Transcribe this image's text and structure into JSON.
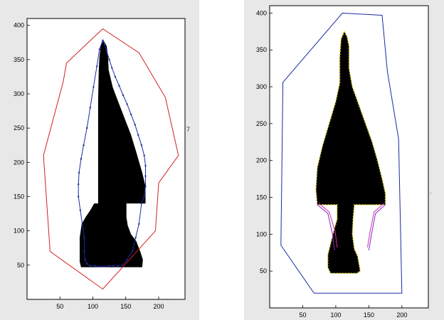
{
  "chart_data": [
    {
      "type": "scatter",
      "xlim": [
        0,
        240
      ],
      "ylim": [
        0,
        410
      ],
      "x_ticks": [
        50,
        100,
        150,
        200
      ],
      "y_ticks": [
        50,
        100,
        150,
        200,
        250,
        300,
        350,
        400
      ],
      "x_tick_labels": [
        "50",
        "100",
        "150",
        "200"
      ],
      "y_tick_labels": [
        "50",
        "100",
        "150",
        "200",
        "250",
        "300",
        "350",
        "400"
      ],
      "grid": false,
      "series": [
        {
          "kind": "filled-shape",
          "color": "#000000",
          "x": [
            116,
            121,
            123,
            124,
            130,
            138,
            148,
            158,
            166,
            175,
            180,
            180,
            151,
            151,
            153,
            158,
            166,
            172,
            176,
            175,
            110,
            82,
            80,
            80,
            80,
            83,
            89,
            96,
            102,
            108,
            108,
            109,
            110,
            112
          ],
          "y": [
            378,
            370,
            355,
            335,
            310,
            290,
            265,
            240,
            215,
            185,
            165,
            140,
            140,
            120,
            108,
            95,
            85,
            70,
            58,
            47,
            47,
            47,
            55,
            70,
            90,
            110,
            120,
            130,
            140,
            140,
            290,
            335,
            355,
            370
          ]
        },
        {
          "kind": "line-with-markers",
          "color": "#1a2aa0",
          "marker_color": "#1a2aa0",
          "closed": true,
          "x": [
            115,
            118,
            121,
            125,
            129,
            134,
            140,
            146,
            152,
            158,
            164,
            169,
            174,
            178,
            180,
            180,
            180,
            178,
            174,
            170,
            165,
            160,
            152,
            145,
            138,
            131,
            124,
            117,
            110,
            103,
            96,
            91,
            88,
            87,
            87,
            84,
            81,
            78,
            78,
            79,
            82,
            86,
            91,
            96,
            101,
            106,
            110
          ],
          "y": [
            378,
            372,
            362,
            350,
            338,
            325,
            312,
            298,
            285,
            270,
            255,
            240,
            225,
            210,
            195,
            180,
            165,
            150,
            140,
            110,
            90,
            70,
            58,
            50,
            49,
            49,
            49,
            48,
            48,
            49,
            49,
            52,
            58,
            70,
            90,
            110,
            130,
            150,
            168,
            185,
            205,
            225,
            250,
            280,
            310,
            340,
            365
          ]
        },
        {
          "kind": "line",
          "color": "#d02020",
          "closed": true,
          "x": [
            115,
            170,
            210,
            230,
            200,
            195,
            115,
            35,
            25,
            55,
            60
          ],
          "y": [
            395,
            360,
            295,
            210,
            170,
            100,
            15,
            70,
            210,
            318,
            345
          ]
        }
      ]
    },
    {
      "type": "scatter",
      "xlim": [
        0,
        240
      ],
      "ylim": [
        0,
        410
      ],
      "x_ticks": [
        50,
        100,
        150,
        200
      ],
      "y_ticks": [
        50,
        100,
        150,
        200,
        250,
        300,
        350,
        400
      ],
      "x_tick_labels": [
        "50",
        "100",
        "150",
        "200"
      ],
      "y_tick_labels": [
        "50",
        "100",
        "150",
        "200",
        "250",
        "300",
        "350",
        "400"
      ],
      "grid": false,
      "series": [
        {
          "kind": "filled-shape",
          "color": "#000000",
          "dotted_outline": "#e8d800",
          "x": [
            113,
            117,
            120,
            120,
            125,
            135,
            145,
            155,
            163,
            170,
            175,
            175,
            128,
            126,
            125,
            128,
            133,
            137,
            132,
            92,
            88,
            88,
            93,
            98,
            102,
            102,
            72,
            70,
            72,
            80,
            90,
            100,
            106,
            106,
            108
          ],
          "y": [
            375,
            368,
            355,
            325,
            300,
            275,
            250,
            225,
            200,
            175,
            155,
            140,
            140,
            120,
            100,
            80,
            70,
            50,
            47,
            47,
            55,
            72,
            90,
            108,
            120,
            140,
            140,
            160,
            190,
            220,
            250,
            280,
            305,
            340,
            365
          ]
        },
        {
          "kind": "line",
          "color": "#8822cc",
          "closed": false,
          "x": [
            72,
            88,
            95,
            98
          ],
          "y": [
            140,
            128,
            100,
            78
          ]
        },
        {
          "kind": "line",
          "color": "#cc33aa",
          "closed": false,
          "x": [
            74,
            90,
            99,
            102
          ],
          "y": [
            142,
            130,
            104,
            82
          ]
        },
        {
          "kind": "line",
          "color": "#8822cc",
          "closed": false,
          "x": [
            175,
            160,
            154,
            150
          ],
          "y": [
            140,
            128,
            100,
            78
          ]
        },
        {
          "kind": "line",
          "color": "#cc33aa",
          "closed": false,
          "x": [
            173,
            158,
            152,
            148
          ],
          "y": [
            142,
            130,
            104,
            82
          ]
        },
        {
          "kind": "line",
          "color": "#1a2aa0",
          "closed": true,
          "x": [
            110,
            170,
            178,
            195,
            200,
            67,
            17,
            20
          ],
          "y": [
            400,
            397,
            321,
            229,
            20,
            20,
            85,
            306
          ]
        }
      ]
    }
  ],
  "stray_marks": [
    "7",
    "."
  ]
}
